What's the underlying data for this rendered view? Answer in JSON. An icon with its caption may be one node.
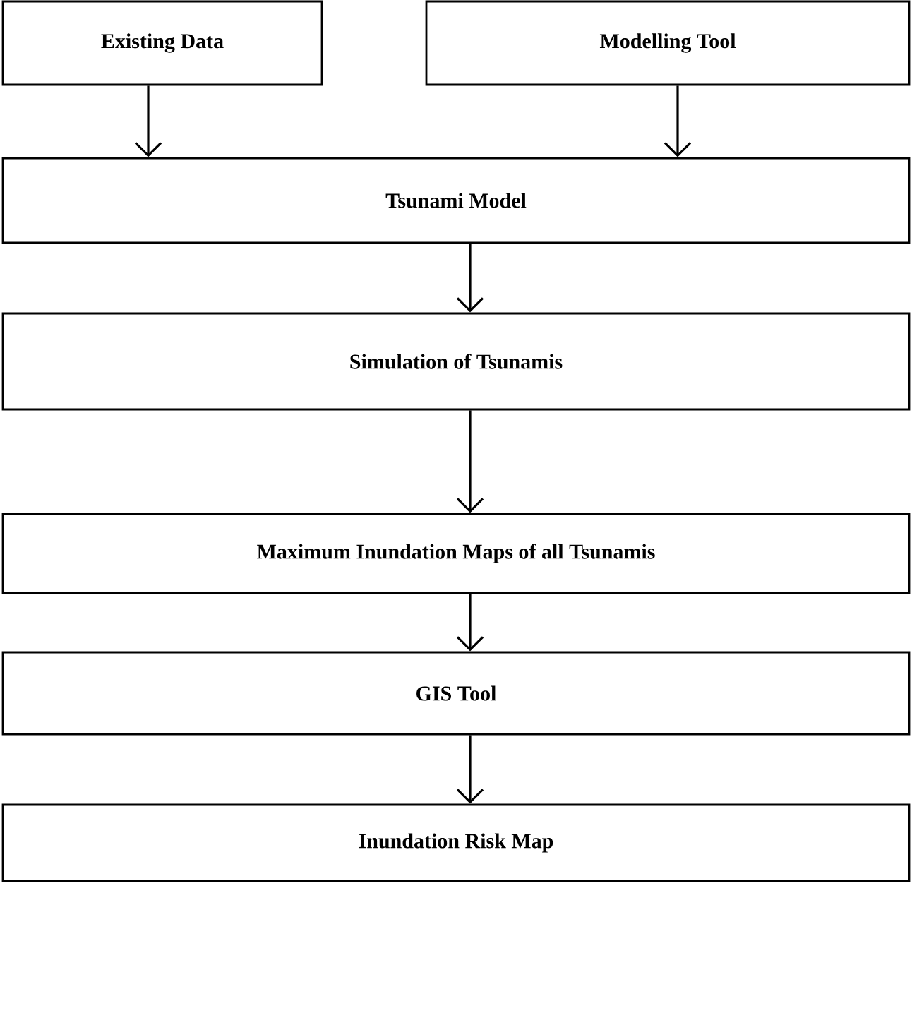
{
  "diagram": {
    "nodes": [
      {
        "text": [
          "Existing Data"
        ]
      },
      {
        "text": [
          "Modelling Tool"
        ]
      },
      {
        "text": [
          "Tsunami Model"
        ]
      },
      {
        "text": [
          "Simulation of  Tsunamis"
        ]
      },
      {
        "text": [
          "Maximum Inundation Maps of all Tsunamis"
        ]
      },
      {
        "text": [
          "GIS Tool"
        ]
      },
      {
        "text": [
          "Inundation Risk Map"
        ]
      }
    ],
    "edges": [
      {
        "from": 0,
        "to": 2,
        "arrow": "to"
      },
      {
        "from": 1,
        "to": 2,
        "arrow": "to"
      },
      {
        "from": 2,
        "to": 3,
        "arrow": "to"
      },
      {
        "from": 3,
        "to": 4,
        "arrow": "to"
      },
      {
        "from": 4,
        "to": 5,
        "arrow": "to"
      },
      {
        "from": 5,
        "to": 6,
        "arrow": "to"
      }
    ]
  }
}
